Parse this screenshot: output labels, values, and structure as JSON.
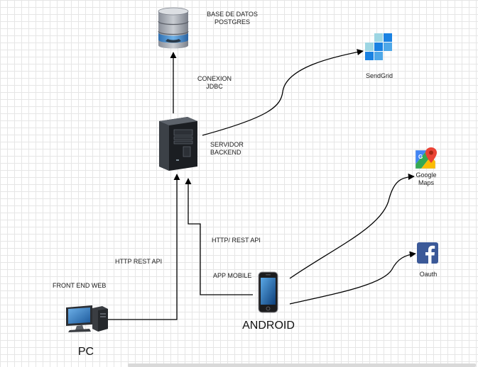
{
  "nodes": {
    "database": {
      "line1": "BASE DE DATOS",
      "line2": "POSTGRES"
    },
    "sendgrid": {
      "label": "SendGrid"
    },
    "server": {
      "line1": "SERVIDOR",
      "line2": "BACKEND"
    },
    "google_maps": {
      "line1": "Google",
      "line2": "Maps"
    },
    "oauth": {
      "label": "Oauth"
    },
    "pc": {
      "label": "PC",
      "caption": "FRONT END WEB"
    },
    "android": {
      "label": "ANDROID",
      "caption": "APP MOBILE"
    }
  },
  "edges": {
    "jdbc": {
      "line1": "CONEXION",
      "line2": "JDBC"
    },
    "pc_api": {
      "label": "HTTP REST API"
    },
    "mobile_api": {
      "label": "HTTP/ REST API"
    }
  },
  "icons": {
    "database": "database-icon",
    "server": "server-tower-icon",
    "sendgrid": "sendgrid-logo-icon",
    "google_maps": "google-maps-pin-icon",
    "facebook": "facebook-logo-icon",
    "pc": "desktop-computer-icon",
    "phone": "smartphone-icon"
  },
  "colors": {
    "line": "#000000",
    "sendgrid_blue": "#1a82e2",
    "sendgrid_light": "#9dd6e3",
    "facebook_blue": "#3b5998",
    "maps_red": "#ea4335",
    "maps_green": "#34a853",
    "maps_yellow": "#fbbc04",
    "maps_blue": "#4285f4"
  }
}
